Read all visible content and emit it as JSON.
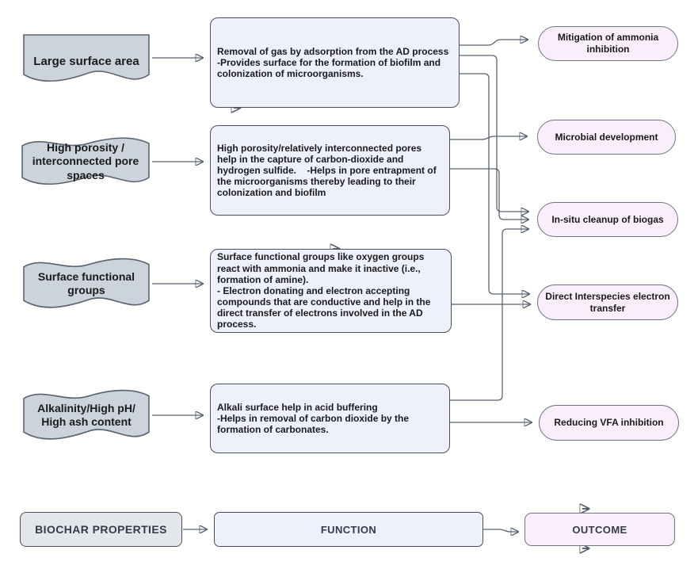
{
  "properties": [
    {
      "label": "Large surface area"
    },
    {
      "label": "High porosity /\ninterconnected pore\nspaces"
    },
    {
      "label": "Surface functional\ngroups"
    },
    {
      "label": "Alkalinity/High pH/\nHigh ash content"
    }
  ],
  "functions": [
    {
      "text": "Removal of gas by adsorption from the AD process\n-Provides surface for the formation of biofilm and\ncolonization of microorganisms."
    },
    {
      "text": "High porosity/relatively interconnected pores\nhelp in the capture of carbon-dioxide and\nhydrogen sulfide.    -Helps in pore entrapment of\nthe microorganisms thereby leading to their\ncolonization and biofilm"
    },
    {
      "text": "Surface functional groups like oxygen groups\nreact with ammonia and make it inactive (i.e.,\nformation of amine).\n- Electron donating and electron accepting\ncompounds that are conductive and help in the\ndirect transfer of electrons involved in the AD\nprocess."
    },
    {
      "text": "Alkali surface help in acid buffering\n-Helps in removal of carbon dioxide by the\nformation of carbonates."
    }
  ],
  "outcomes": [
    {
      "label": "Mitigation of ammonia\ninhibition"
    },
    {
      "label": "Microbial development"
    },
    {
      "label": "In-situ cleanup of biogas"
    },
    {
      "label": "Direct Interspecies electron\ntransfer"
    },
    {
      "label": "Reducing VFA inhibition"
    }
  ],
  "legend": {
    "properties": "BIOCHAR PROPERTIES",
    "function": "FUNCTION",
    "outcome": "OUTCOME"
  },
  "colors": {
    "property_fill": "#ccd3da",
    "property_border": "#5b6573",
    "function_fill": "#eef0fb",
    "function_border": "#47505f",
    "outcome_fill": "#faeefa",
    "outcome_border": "#6e7683",
    "legend_property_fill": "#e4e7ea",
    "connector": "#5b6370",
    "arrow": "#39414f",
    "text": "#1a1a1c"
  }
}
